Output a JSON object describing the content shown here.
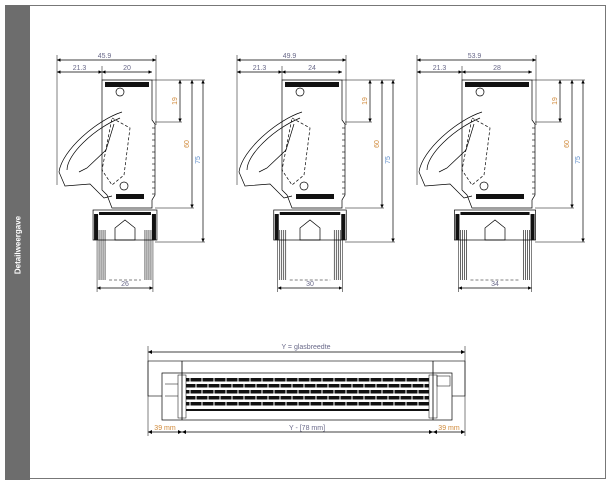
{
  "sidebar": {
    "label": "Detailweergave"
  },
  "profiles": [
    {
      "overall": "45.9",
      "offset": "21.3",
      "frame": "20",
      "h1": "19",
      "h2": "60",
      "h3": "75",
      "glass": "26"
    },
    {
      "overall": "49.9",
      "offset": "21.3",
      "frame": "24",
      "h1": "19",
      "h2": "60",
      "h3": "75",
      "glass": "30"
    },
    {
      "overall": "53.9",
      "offset": "21.3",
      "frame": "28",
      "h1": "19",
      "h2": "60",
      "h3": "75",
      "glass": "34"
    }
  ],
  "front_view": {
    "width_label": "Y = glasbreedte",
    "left_label": "39 mm",
    "center_label": "Y - [78 mm]",
    "right_label": "39 mm"
  },
  "colors": {
    "sidebar": "#6d6d6d",
    "orange": "#d08a3a",
    "blue": "#5a8ac8",
    "grey": "#6a6a8a"
  }
}
